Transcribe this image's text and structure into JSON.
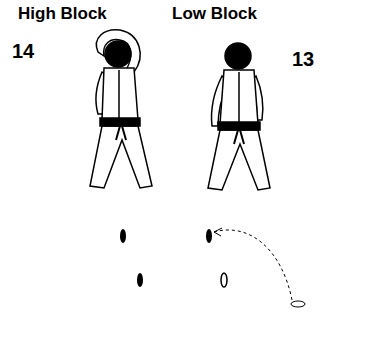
{
  "diagram": {
    "labels": [
      "High Block",
      "Low Block",
      "14",
      "13"
    ]
  }
}
